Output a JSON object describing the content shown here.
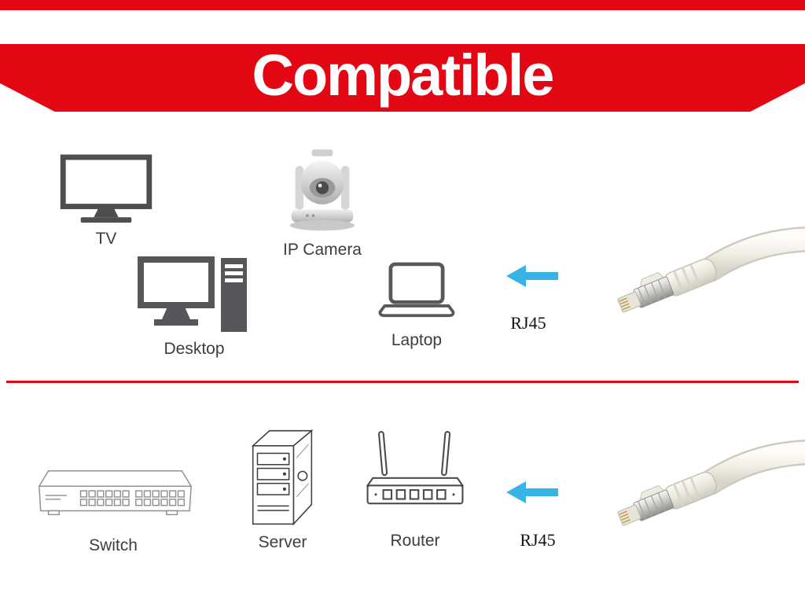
{
  "banner": {
    "title": "Compatible"
  },
  "sections": {
    "top": {
      "devices": [
        {
          "id": "tv",
          "label": "TV"
        },
        {
          "id": "ip-camera",
          "label": "IP Camera"
        },
        {
          "id": "desktop",
          "label": "Desktop"
        },
        {
          "id": "laptop",
          "label": "Laptop"
        }
      ],
      "connector_label": "RJ45"
    },
    "bottom": {
      "devices": [
        {
          "id": "switch",
          "label": "Switch"
        },
        {
          "id": "server",
          "label": "Server"
        },
        {
          "id": "router",
          "label": "Router"
        }
      ],
      "connector_label": "RJ45"
    }
  },
  "colors": {
    "banner_red": "#e30613",
    "arrow_blue": "#38b3e6",
    "icon_gray": "#55565a",
    "cable_white": "#f2efe7"
  }
}
